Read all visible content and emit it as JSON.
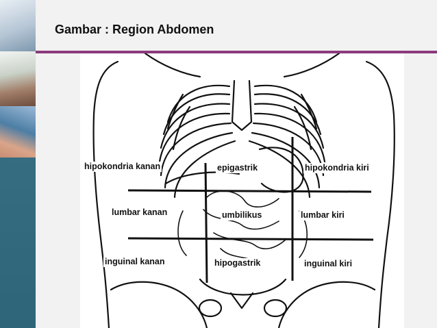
{
  "slide": {
    "title": "Gambar : Region Abdomen",
    "accent_color": "#8b3a7d",
    "sidebar_color": "#3c7488"
  },
  "diagram": {
    "regions": [
      {
        "id": "hipokondria-kanan",
        "label": "hipokondria kanan"
      },
      {
        "id": "epigastrik",
        "label": "epigastrik"
      },
      {
        "id": "hipokondria-kiri",
        "label": "hipokondria kiri"
      },
      {
        "id": "lumbar-kanan",
        "label": "lumbar kanan"
      },
      {
        "id": "umbilikus",
        "label": "umbilikus"
      },
      {
        "id": "lumbar-kiri",
        "label": "lumbar kiri"
      },
      {
        "id": "inguinal-kanan",
        "label": "inguinal kanan"
      },
      {
        "id": "hipogastrik",
        "label": "hipogastrik"
      },
      {
        "id": "inguinal-kiri",
        "label": "inguinal kiri"
      }
    ]
  }
}
